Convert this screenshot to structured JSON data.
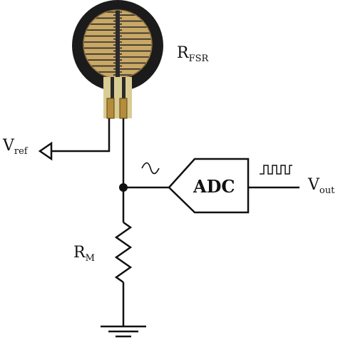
{
  "labels": {
    "r_fsr_main": "R",
    "r_fsr_sub": "FSR",
    "v_ref_main": "V",
    "v_ref_sub": "ref",
    "r_m_main": "R",
    "r_m_sub": "M",
    "adc": "ADC",
    "v_out_main": "V",
    "v_out_sub": "out"
  },
  "colors": {
    "sensor_body": "#1b1b1b",
    "sensor_traces": "#c9a866",
    "sensor_tail": "#d9cc92",
    "wire": "#111111"
  }
}
